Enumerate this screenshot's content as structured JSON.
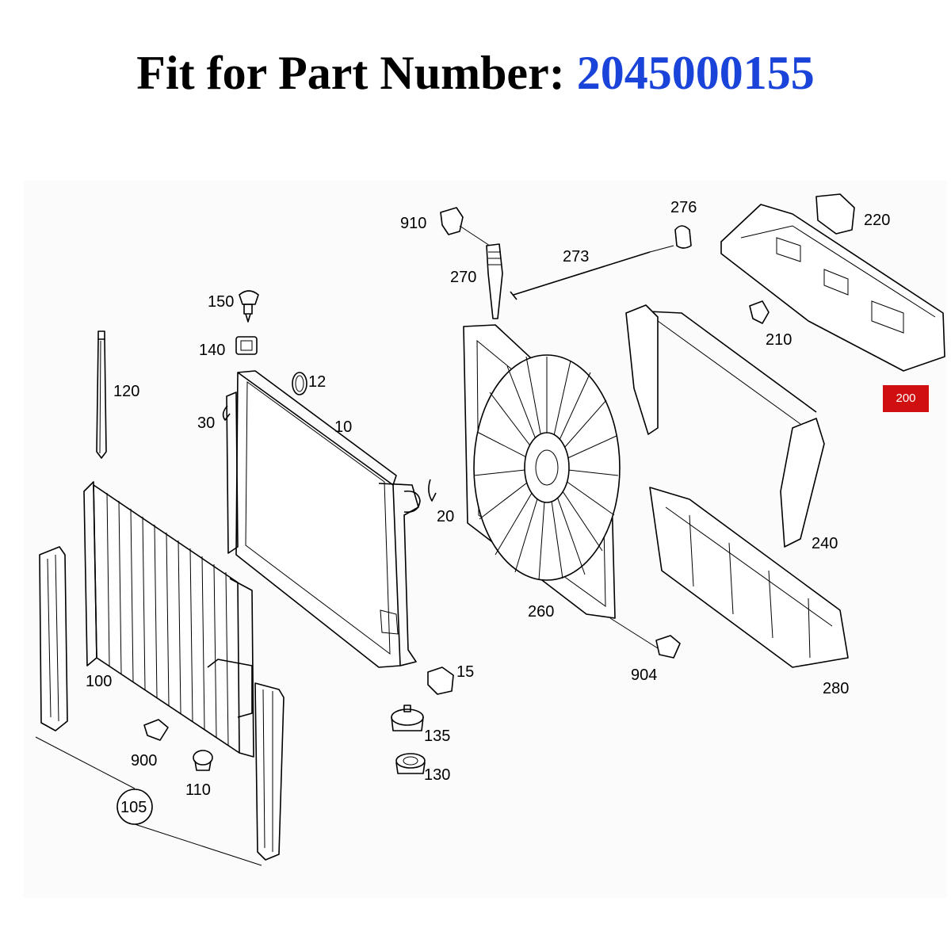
{
  "title": {
    "prefix": "Fit for Part Number: ",
    "part_number": "2045000155"
  },
  "colors": {
    "part_number": "#1a44d9",
    "highlight_badge": "#d01010"
  },
  "highlight_badge": "200",
  "callouts": {
    "c910": "910",
    "c276": "276",
    "c220": "220",
    "c273": "273",
    "c270": "270",
    "c150": "150",
    "c140": "140",
    "c210": "210",
    "c120": "120",
    "c12": "12",
    "c30": "30",
    "c10": "10",
    "c20": "20",
    "c240": "240",
    "c260": "260",
    "c15": "15",
    "c100": "100",
    "c904": "904",
    "c280": "280",
    "c135": "135",
    "c900": "900",
    "c130": "130",
    "c110": "110",
    "c105": "105"
  }
}
